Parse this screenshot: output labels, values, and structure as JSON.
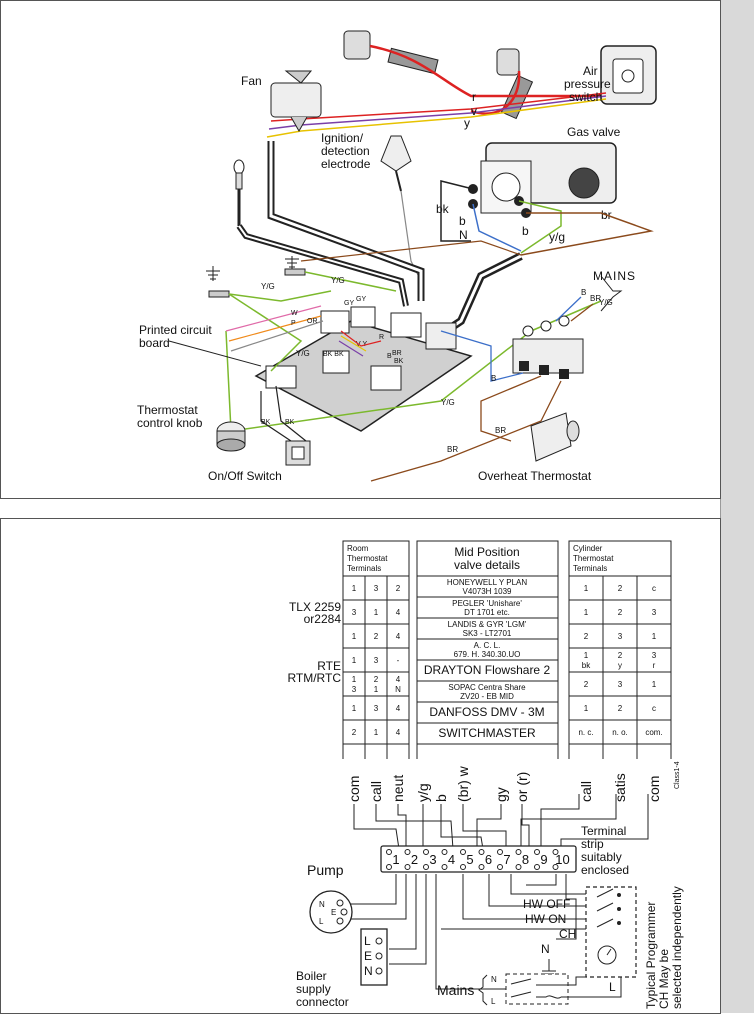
{
  "top": {
    "labels": {
      "fan": "Fan",
      "air_pressure_1": "Air",
      "air_pressure_2": "pressure",
      "air_pressure_3": "switch",
      "ignition_1": "Ignition/",
      "ignition_2": "detection",
      "ignition_3": "electrode",
      "gas_valve": "Gas valve",
      "mains": "MAINS",
      "pcb_1": "Printed circuit",
      "pcb_2": "board",
      "therm_knob_1": "Thermostat",
      "therm_knob_2": "control knob",
      "onoff": "On/Off Switch",
      "overheat": "Overheat Thermostat"
    },
    "wire_labels": {
      "r": "r",
      "v": "v",
      "y": "y",
      "bk": "bk",
      "b1": "b",
      "b2": "b",
      "n": "N",
      "b3": "b",
      "yg_valve": "y/g",
      "br_valve": "br",
      "yg1": "Y/G",
      "yg2": "Y/G",
      "yg3": "Y/G",
      "yg4": "Y/G",
      "yg5": "Y/G",
      "w": "W",
      "p": "P",
      "or": "OR",
      "gy": "GY",
      "gy2": "GY",
      "bkbk": "BK BK",
      "vy": "V Y",
      "rr": "R",
      "bk3": "BK",
      "br3": "BR",
      "bb": "B",
      "bk4": "BK",
      "bk5": "BK",
      "b_mains": "B",
      "br_mains": "BR",
      "yg_mains": "Y/G",
      "b_term": "B",
      "br_low": "BR",
      "br_low2": "BR"
    }
  },
  "bottom": {
    "room": {
      "header": [
        "Room",
        "Thermostat",
        "Terminals"
      ],
      "rows": [
        [
          "1",
          "3",
          "2"
        ],
        [
          "3",
          "1",
          "4"
        ],
        [
          "1",
          "2",
          "4"
        ],
        [
          "1",
          "3",
          "-"
        ],
        [
          "1 3",
          "2 1",
          "4 N"
        ],
        [
          "1",
          "3",
          "4"
        ],
        [
          "2",
          "1",
          "4"
        ]
      ]
    },
    "valve": {
      "header": [
        "Mid Position",
        "valve details"
      ],
      "rows": [
        [
          "HONEYWELL Y PLAN",
          "V4073H 1039"
        ],
        [
          "PEGLER 'Unishare'",
          "DT 1701 etc."
        ],
        [
          "LANDIS & GYR 'LGM'",
          "SK3 - LT2701"
        ],
        [
          "A. C. L.",
          "679. H. 340.30.UO"
        ],
        [
          "DRAYTON Flowshare 2",
          ""
        ],
        [
          "SOPAC Centra Share",
          "ZV20 -  EB MID"
        ],
        [
          "DANFOSS DMV - 3M",
          ""
        ],
        [
          "SWITCHMASTER",
          ""
        ]
      ]
    },
    "cylinder": {
      "header": [
        "Cylinder",
        "Thermostat",
        "Terminals"
      ],
      "rows": [
        [
          "1",
          "2",
          "c"
        ],
        [
          "1",
          "2",
          "3"
        ],
        [
          "2",
          "3",
          "1"
        ],
        [
          "1 bk",
          "2 y",
          "3 r"
        ],
        [
          "2",
          "3",
          "1"
        ],
        [
          "1",
          "2",
          "c"
        ],
        [
          "n. c.",
          "n. o.",
          "com."
        ]
      ]
    },
    "side_labels": {
      "tlx_1": "TLX 2259",
      "tlx_2": "or2284",
      "rte_1": "RTE",
      "rte_2": "RTM/RTC"
    },
    "columns": {
      "room": [
        "com",
        "call",
        "neut"
      ],
      "valve": [
        "y/g",
        "b",
        "(br) w",
        "gy",
        "or (r)"
      ],
      "cyl": [
        "call",
        "satis",
        "com"
      ]
    },
    "terminal_numbers": [
      "1",
      "2",
      "3",
      "4",
      "5",
      "6",
      "7",
      "8",
      "9",
      "10"
    ],
    "terminal_label": [
      "Terminal",
      "strip",
      "suitably",
      "enclosed"
    ],
    "pump": {
      "title": "Pump",
      "n": "N",
      "e": "E",
      "l": "L"
    },
    "boiler": {
      "title_1": "Boiler",
      "title_2": "supply",
      "title_3": "connector",
      "l": "L",
      "e": "E",
      "n": "N"
    },
    "programmer": {
      "hw_off": "HW OFF",
      "hw_on": "HW ON",
      "ch": "CH",
      "n": "N",
      "l": "L",
      "side_1": "Typical Programmer",
      "side_2": "CH May be",
      "side_3": "selected independently"
    },
    "mains": {
      "label": "Mains",
      "n": "N",
      "l": "L"
    },
    "code": "Class1-4"
  }
}
